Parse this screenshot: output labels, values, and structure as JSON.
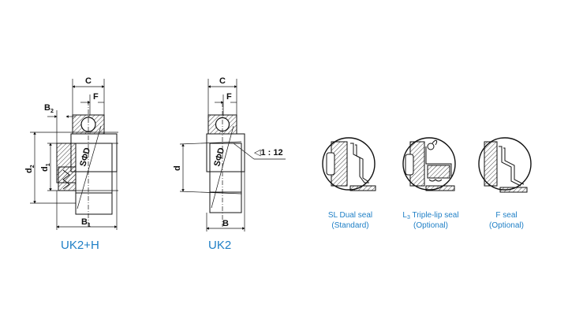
{
  "uk2h": {
    "title": "UK2+H",
    "labels": {
      "C": "C",
      "F": "F",
      "B": "B",
      "B_sub": "2",
      "B1": "B",
      "B1_sub": "1",
      "d": "d",
      "d1_sub": "1",
      "d2_sub": "2",
      "sphere": "SΦD"
    }
  },
  "uk2": {
    "title": "UK2",
    "labels": {
      "C": "C",
      "F": "F",
      "B": "B",
      "d": "d",
      "sphere": "SΦD",
      "taper": "◁1 : 12"
    }
  },
  "seals": [
    {
      "line1": "SL Dual seal",
      "line2": "(Standard)"
    },
    {
      "line1_pre": "L",
      "line1_sub": "3",
      "line1_post": " Triple-lip seal",
      "line2": "(Optional)"
    },
    {
      "line1": "F seal",
      "line2": "(Optional)"
    }
  ],
  "colors": {
    "caption": "#1e7fc6",
    "line": "#111111"
  }
}
